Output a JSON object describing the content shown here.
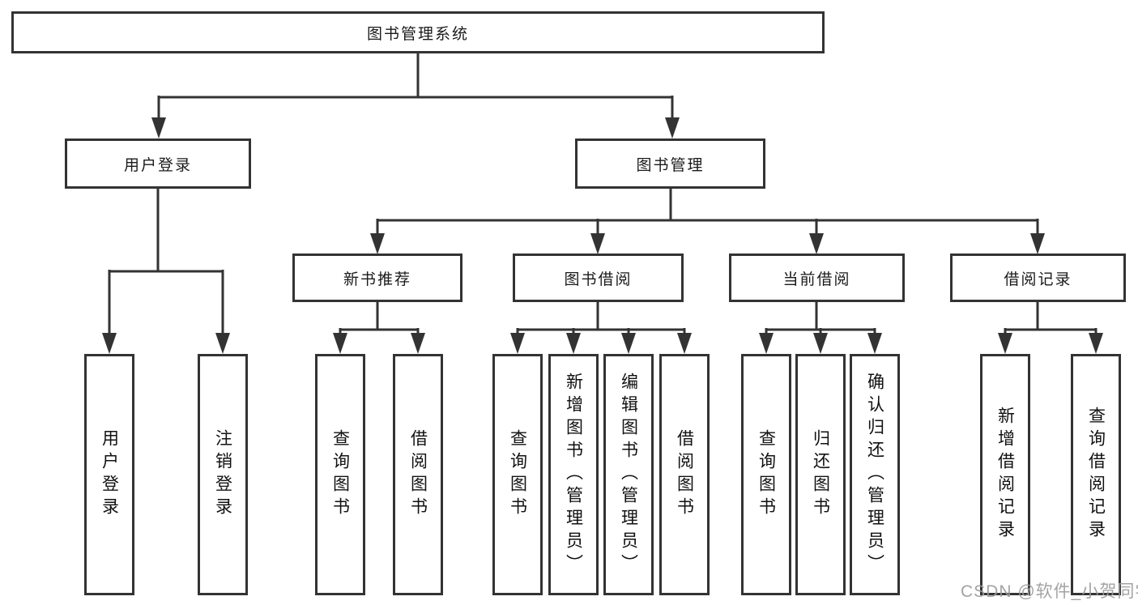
{
  "diagram": {
    "root_label": "图书管理系统",
    "level2": [
      {
        "label": "用户登录"
      },
      {
        "label": "图书管理"
      }
    ],
    "level3": [
      {
        "label": "新书推荐"
      },
      {
        "label": "图书借阅"
      },
      {
        "label": "当前借阅"
      },
      {
        "label": "借阅记录"
      }
    ],
    "leaves": [
      {
        "label": "用户登录"
      },
      {
        "label": "注销登录"
      },
      {
        "label": "查询图书"
      },
      {
        "label": "借阅图书"
      },
      {
        "label": "查询图书"
      },
      {
        "label": "新增图书（管理员）"
      },
      {
        "label": "编辑图书（管理员）"
      },
      {
        "label": "借阅图书"
      },
      {
        "label": "查询图书"
      },
      {
        "label": "归还图书"
      },
      {
        "label": "确认归还（管理员）"
      },
      {
        "label": "新增借阅记录"
      },
      {
        "label": "查询借阅记录"
      }
    ]
  },
  "watermark": {
    "text": "CSDN @软件_小贺同学"
  },
  "colors": {
    "line": "#333333",
    "border": "#333333",
    "text": "#1a1a1a",
    "watermark": "#9c9c9c",
    "background": "#ffffff"
  }
}
